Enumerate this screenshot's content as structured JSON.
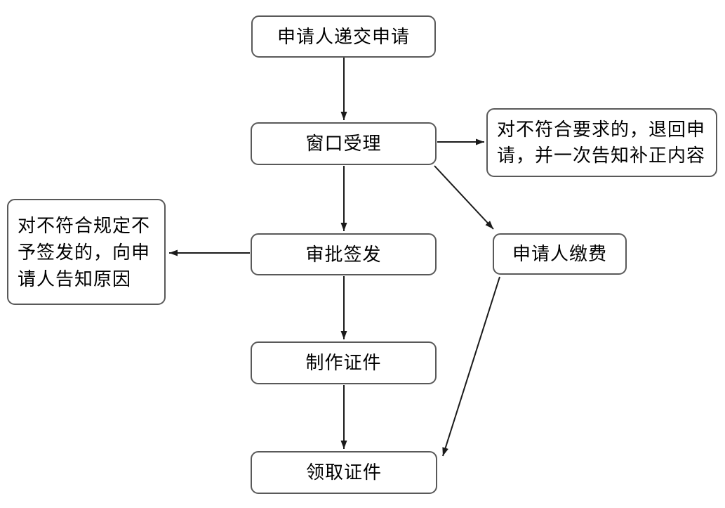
{
  "diagram": {
    "type": "flowchart",
    "language": "zh-CN",
    "nodes": {
      "submit": {
        "label": "申请人递交申请"
      },
      "accept": {
        "label": "窗口受理"
      },
      "reject": {
        "label": "对不符合要求的，退回申请，并一次告知补正内容"
      },
      "approve": {
        "label": "审批签发"
      },
      "deny": {
        "label": "对不符合规定不予签发的，向申请人告知原因"
      },
      "pay": {
        "label": "申请人缴费"
      },
      "produce": {
        "label": "制作证件"
      },
      "collect": {
        "label": "领取证件"
      }
    },
    "edges": [
      {
        "from": "submit",
        "to": "accept"
      },
      {
        "from": "accept",
        "to": "reject"
      },
      {
        "from": "accept",
        "to": "approve"
      },
      {
        "from": "accept",
        "to": "pay"
      },
      {
        "from": "approve",
        "to": "deny"
      },
      {
        "from": "approve",
        "to": "produce"
      },
      {
        "from": "produce",
        "to": "collect"
      },
      {
        "from": "pay",
        "to": "collect"
      }
    ],
    "colors": {
      "box_border": "#595959",
      "box_fill": "#ffffff",
      "arrow": "#1a1a1a",
      "text": "#000000",
      "background": "#ffffff"
    }
  }
}
